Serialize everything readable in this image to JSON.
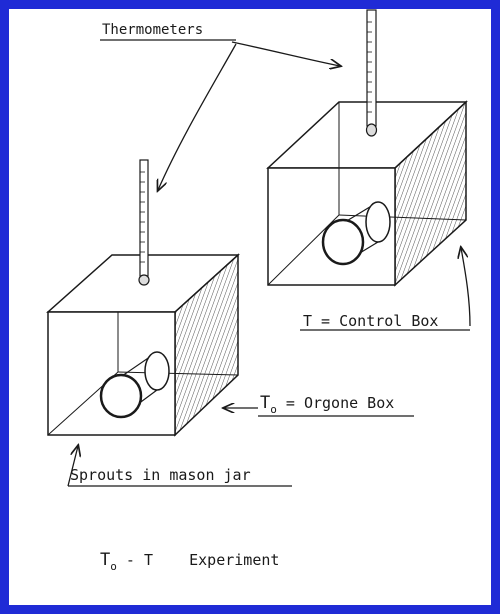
{
  "labels": {
    "thermometers": "Thermometers",
    "control_box": "T = Control Box",
    "orgone_t": "T",
    "orgone_sub": "o",
    "orgone_rest": " = Orgone Box",
    "sprouts": "Sprouts in mason jar",
    "caption_t": "T",
    "caption_sub": "o",
    "caption_rest": " - T    Experiment"
  },
  "colors": {
    "frame": "#1f2bd6",
    "ink": "#1a1a1a",
    "paper": "#ffffff"
  }
}
